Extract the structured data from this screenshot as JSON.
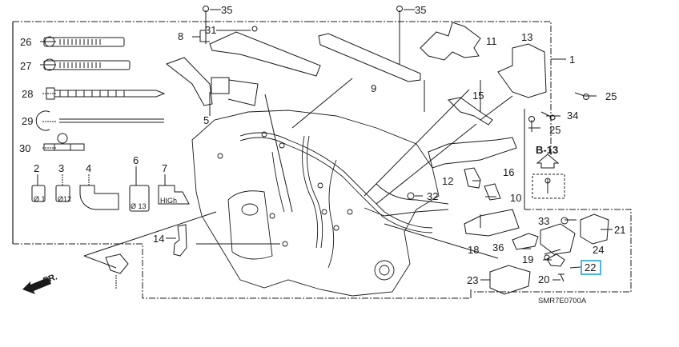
{
  "diagram": {
    "title": "Engine wire harness exploded parts diagram",
    "drawing_code": "SMR7E0700A",
    "reference_label": "B-13",
    "direction_label": "FR.",
    "highlighted_part": "22",
    "highlight_color": "#4fb5e0",
    "line_color": "#1a1a1a",
    "part_labels": {
      "p1": "1",
      "p2": "2",
      "p3": "3",
      "p4": "4",
      "p5": "5",
      "p6": "6",
      "p7": "7",
      "p8": "8",
      "p9": "9",
      "p10": "10",
      "p11": "11",
      "p12": "12",
      "p13": "13",
      "p14": "14",
      "p15": "15",
      "p16": "16",
      "p18": "18",
      "p19": "19",
      "p20": "20",
      "p21": "21",
      "p22": "22",
      "p23": "23",
      "p24": "24",
      "p25a": "25",
      "p25b": "25",
      "p26": "26",
      "p27": "27",
      "p28": "28",
      "p29": "29",
      "p30": "30",
      "p31": "31",
      "p32": "32",
      "p33": "33",
      "p34": "34",
      "p35a": "35",
      "p35b": "35",
      "p36": "36"
    },
    "connector_markings": {
      "c2": "Ø 1",
      "c3": "Ø12",
      "c6": "Ø 13",
      "c7": "HIGh"
    }
  }
}
